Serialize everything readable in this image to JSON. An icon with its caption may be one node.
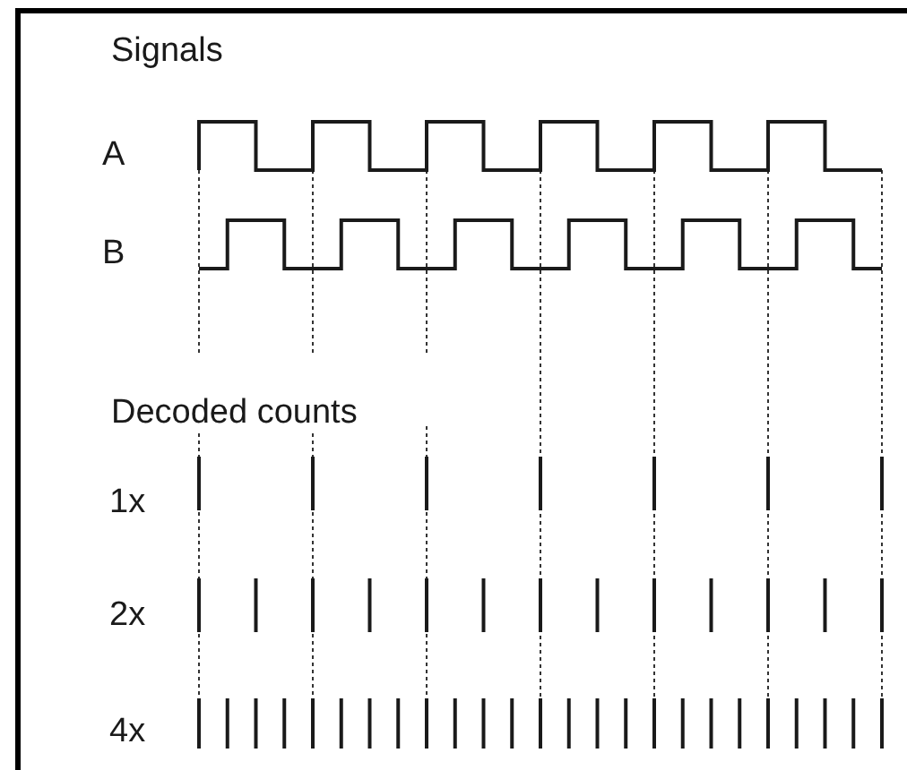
{
  "diagram": {
    "labels": [
      "Signals",
      "A",
      "B",
      "Decoded counts",
      "1x",
      "2x",
      "4x"
    ]
  }
}
